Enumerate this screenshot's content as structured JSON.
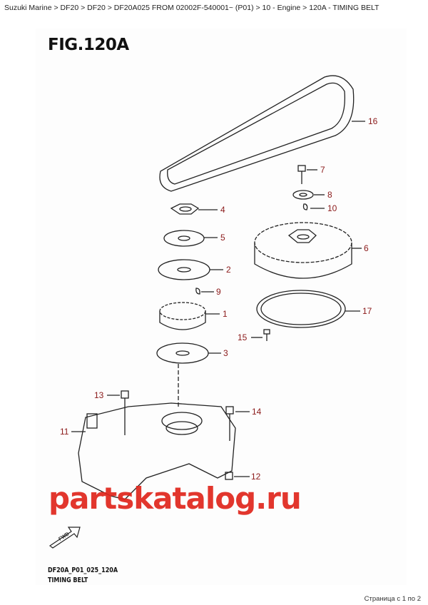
{
  "breadcrumb": "Suzuki Marine > DF20 > DF20 > DF20A025 FROM 02002F-540001~ (P01) > 10 - Engine > 120A - TIMING BELT",
  "figure": {
    "title": "FIG.120A",
    "code": "DF20A_P01_025_120A",
    "name": "TIMING BELT",
    "fwd_label": "FWD",
    "callouts": [
      "16",
      "7",
      "8",
      "10",
      "4",
      "5",
      "6",
      "2",
      "9",
      "1",
      "17",
      "15",
      "3",
      "13",
      "14",
      "11",
      "12"
    ]
  },
  "watermark": "partskatalog.ru",
  "pagination": "Страница с 1 по 2",
  "colors": {
    "callout": "#8b1a1a",
    "watermark": "#e0261c"
  }
}
